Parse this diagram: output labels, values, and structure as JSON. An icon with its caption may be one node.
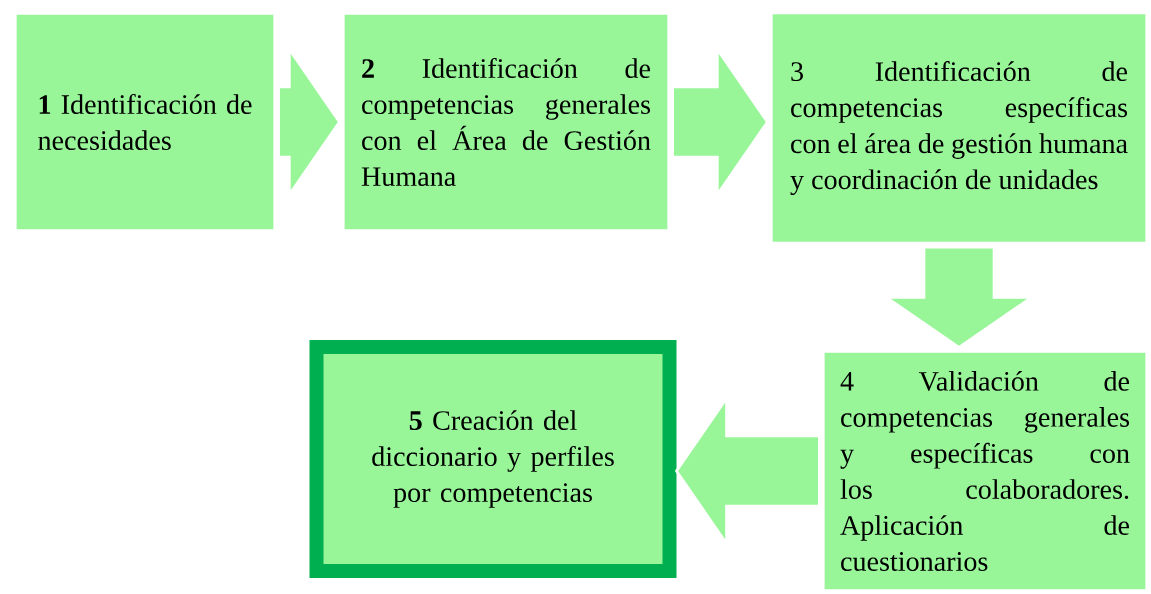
{
  "diagram": {
    "nodes": [
      {
        "text": [
          "**1** Identificación de necesidades"
        ]
      },
      {
        "text": [
          "**2** Identificación de competencias generales con el Área de Gestión Humana"
        ]
      },
      {
        "text": [
          "3 Identificación de competencias específicas con el área de gestión humana y coordinación de unidades"
        ]
      },
      {
        "text": [
          "4 Validación de competencias generales y específicas con los colaboradores. Aplicación de cuestionarios"
        ]
      },
      {
        "text": [
          "**5** Creación del diccionario y perfiles por competencias"
        ]
      }
    ],
    "edges": [
      {
        "from": 0,
        "to": 1,
        "arrow": "to"
      },
      {
        "from": 1,
        "to": 2,
        "arrow": "to"
      },
      {
        "from": 2,
        "to": 3,
        "arrow": "to"
      },
      {
        "from": 3,
        "to": 4,
        "arrow": "to"
      }
    ]
  }
}
